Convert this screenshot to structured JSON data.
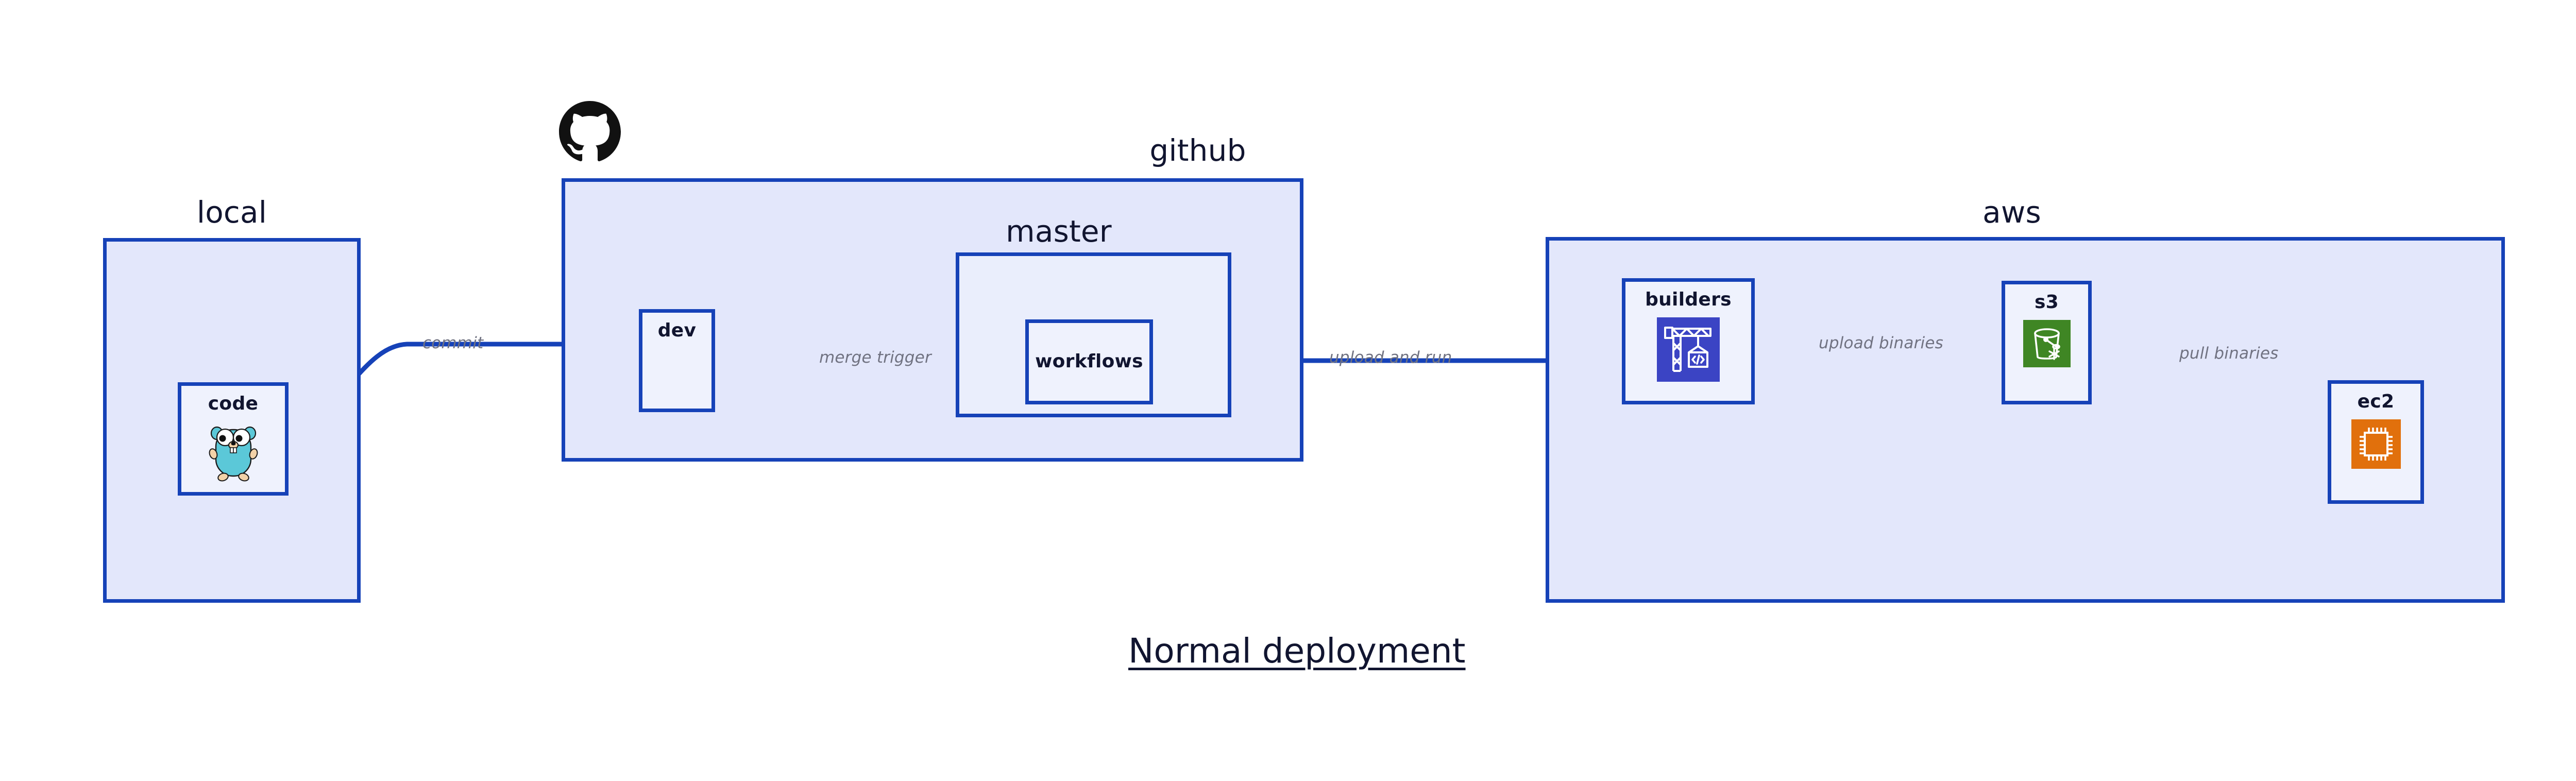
{
  "diagram": {
    "title": "Normal deployment",
    "background_color": "#ffffff",
    "container_fill": "#e3e7fb",
    "subcontainer_fill": "#eaeefc",
    "node_fill": "#eff2fd",
    "border_color": "#1642b8",
    "edge_color": "#1642b8",
    "edge_label_color": "#707281",
    "text_color": "#111530"
  },
  "containers": {
    "local": {
      "label": "local"
    },
    "github": {
      "label": "github"
    },
    "master": {
      "label": "master"
    },
    "aws": {
      "label": "aws"
    }
  },
  "nodes": {
    "code": {
      "label": "code",
      "icon": "go-gopher-icon"
    },
    "dev": {
      "label": "dev",
      "icon": "none"
    },
    "workflows": {
      "label": "workflows",
      "icon": "none"
    },
    "builders": {
      "label": "builders",
      "icon": "crane-code-icon",
      "icon_color": "#3b44c4"
    },
    "s3": {
      "label": "s3",
      "icon": "s3-bucket-glacier-icon",
      "icon_color": "#3f8624"
    },
    "ec2": {
      "label": "ec2",
      "icon": "cpu-chip-icon",
      "icon_color": "#e1700c"
    }
  },
  "edges": {
    "commit": {
      "label": "commit",
      "from": "code",
      "to": "dev"
    },
    "merge_trigger": {
      "label": "merge trigger",
      "from": "dev",
      "to": "workflows"
    },
    "upload_and_run": {
      "label": "upload and run",
      "from": "workflows",
      "to": "builders"
    },
    "upload_binaries": {
      "label": "upload binaries",
      "from": "builders",
      "to": "s3"
    },
    "pull_binaries": {
      "label": "pull binaries",
      "from": "s3",
      "to": "ec2"
    }
  },
  "logos": {
    "github": {
      "name": "github-octocat-logo"
    }
  }
}
